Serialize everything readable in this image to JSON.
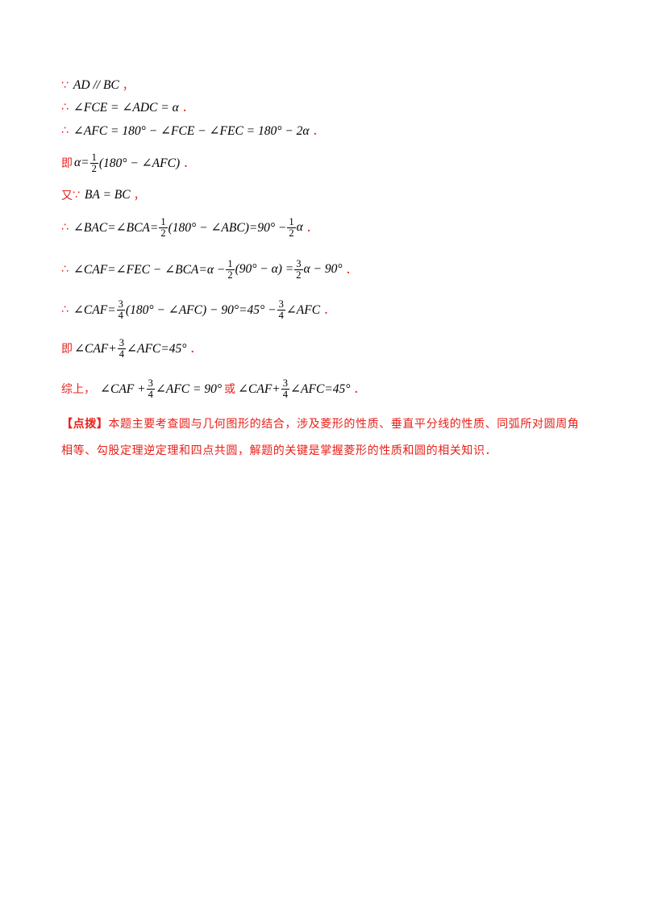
{
  "lines": {
    "l1": {
      "sym": "∵",
      "math": "AD // BC",
      "end": "，"
    },
    "l2": {
      "sym": "∴",
      "math": "∠FCE = ∠ADC = α",
      "end": "．"
    },
    "l3": {
      "sym": "∴",
      "math": "∠AFC = 180° − ∠FCE − ∠FEC = 180° − 2α",
      "end": "．"
    },
    "l4": {
      "word": "即",
      "pre": "α=",
      "num": "1",
      "den": "2",
      "post": "(180° − ∠AFC)",
      "end": "．"
    },
    "l5": {
      "word": "又",
      "sym": "∵",
      "math": "BA = BC",
      "end": "，"
    },
    "l6": {
      "sym": "∴",
      "pre": "∠BAC=∠BCA=",
      "num1": "1",
      "den1": "2",
      "mid": "(180° − ∠ABC)=90° −",
      "num2": "1",
      "den2": "2",
      "post": "α",
      "end": "．"
    },
    "l7": {
      "sym": "∴",
      "pre": "∠CAF=∠FEC − ∠BCA=α −",
      "num1": "1",
      "den1": "2",
      "mid": "(90° − α) =",
      "num2": "3",
      "den2": "2",
      "post": "α − 90°",
      "end": "．"
    },
    "l8": {
      "sym": "∴",
      "pre": "∠CAF=",
      "num1": "3",
      "den1": "4",
      "mid": "(180° − ∠AFC) − 90°=45° −",
      "num2": "3",
      "den2": "4",
      "post": "∠AFC",
      "end": "．"
    },
    "l9": {
      "word": "即",
      "pre": "∠CAF+",
      "num": "3",
      "den": "4",
      "post": "∠AFC=45°",
      "end": "．"
    },
    "l10": {
      "word": "综上，",
      "pre1": "∠CAF +",
      "num1": "3",
      "den1": "4",
      "post1": "∠AFC = 90°",
      "or": "或",
      "pre2": "∠CAF+",
      "num2": "3",
      "den2": "4",
      "post2": "∠AFC=45°",
      "end": "．"
    }
  },
  "note": {
    "tag": "【点拨】",
    "text": "本题主要考查圆与几何图形的结合，涉及菱形的性质、垂直平分线的性质、同弧所对圆周角相等、勾股定理逆定理和四点共圆，解题的关键是掌握菱形的性质和圆的相关知识．"
  }
}
